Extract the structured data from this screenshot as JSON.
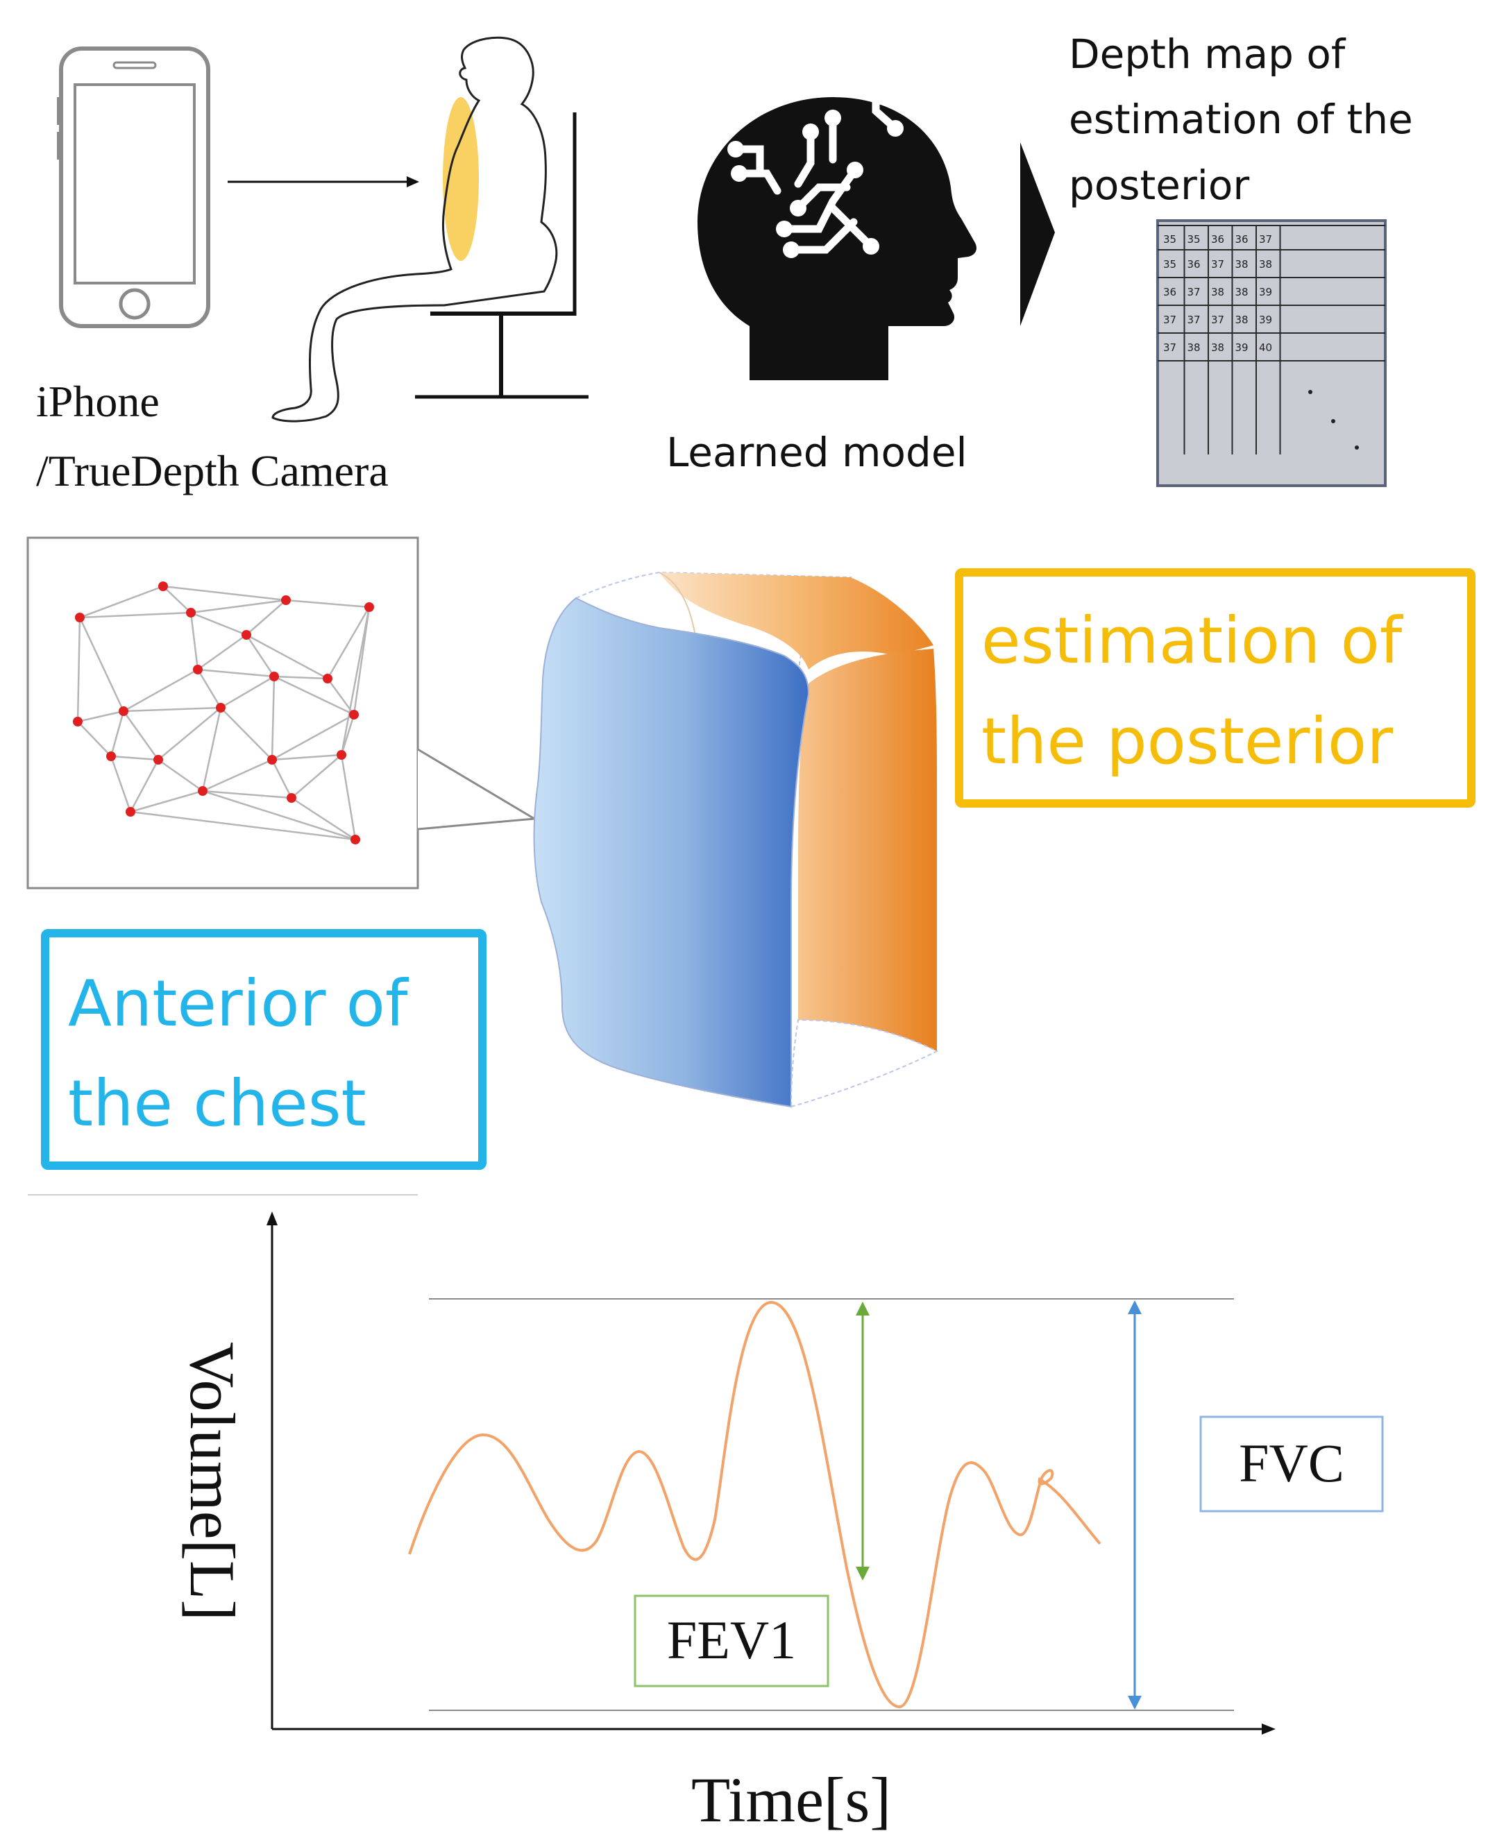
{
  "labels": {
    "device_line1": "iPhone",
    "device_line2": "/TrueDepth Camera",
    "model": "Learned model",
    "depthmap_line1": "Depth map of",
    "depthmap_line2": "estimation of the",
    "depthmap_line3": "posterior",
    "posterior_line1": "estimation of",
    "posterior_line2": "the posterior",
    "anterior_line1": "Anterior of",
    "anterior_line2": "the chest",
    "fvc": "FVC",
    "fev1": "FEV1",
    "ylabel": "Volume[L]",
    "xlabel": "Time[s]"
  },
  "depth_grid": [
    [
      "35",
      "35",
      "36",
      "36",
      "37"
    ],
    [
      "35",
      "36",
      "37",
      "38",
      "38"
    ],
    [
      "36",
      "37",
      "38",
      "38",
      "39"
    ],
    [
      "37",
      "37",
      "37",
      "38",
      "39"
    ],
    [
      "37",
      "38",
      "38",
      "39",
      "40"
    ]
  ],
  "colors": {
    "posterior": "#f5bd0a",
    "anterior": "#23b5ea",
    "fvc": "#4a90d9",
    "fev1": "#6aaa3a",
    "curve": "#f2a36a",
    "mesh_node": "#e02020"
  }
}
